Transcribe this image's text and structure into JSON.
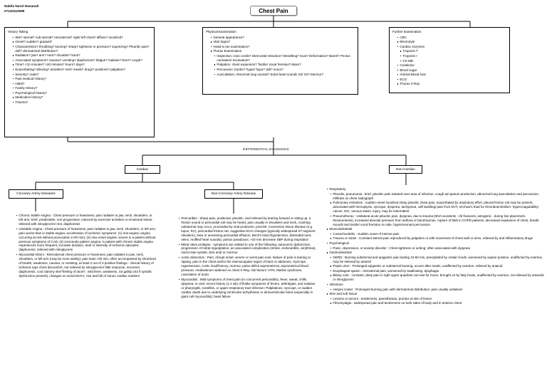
{
  "author": {
    "name": "Nabila Nurul Hasanah",
    "student_id": "07120110095"
  },
  "title": "Chest Pain",
  "differential_label": "DIFFERENTIAL DIAGNOSIS",
  "history": {
    "title": "History Taking",
    "items": [
      "Site? sternal? sub-sternal? retrosternal? right/ left chest? diffuse? localized?",
      "Onset? sudden? gradual?",
      "Characteristics? throbbing? burning? sharp? tightness or pressure? squeezing? Pleuritic pain? dull? dermatomal distribution?",
      "Radiation? jaw? arm? neck? shoulder? back?",
      "Associated symptoms? nausea? vomiting? diaphoresis? fatigue? malaise? fever? cough?",
      "Time? <10 minutes? >20 minutes? hours? days?",
      "Exacerbating/ relieving? activities? rest? meals? drugs? positions? palpation?",
      "Severity? scale?",
      "Past medical History?",
      "Habit?",
      "Family History?",
      "Psychological history?",
      "Medication history?",
      "Trauma?"
    ]
  },
  "physical": {
    "title": "Physical Examination",
    "items": [
      "General appearance?",
      "Vital Signs?",
      "Head to toe examination?",
      "Thorax Examination"
    ],
    "thorax": [
      "Inspection: ictus cordis? intercostal retraction? Breathing? Scar? Deformation? Barrel? Pectus carinatum/ excavatum?",
      "Palpation: chest expansion? Tactiler Vocal fremitus? Mass?",
      "Percussion: border? hyper/ hypo? dull? sonor?",
      "Auscultation: Abnormal lung sounds? Extra heart sounds S3/ S4? Murmur?"
    ]
  },
  "further": {
    "title": "Further Examination",
    "items": [
      "CBC",
      "Electrolyte",
      "Cardiac enzymes",
      "Creatinine",
      "Blood sugar",
      "Arterial Blood Gas",
      "ECG",
      "Thorax X-Ray"
    ],
    "cardiac_enzymes": [
      "Troponin T",
      "Troponin I",
      "CK-MB"
    ]
  },
  "nodes": {
    "cardiac": "Cardiac",
    "non_cardiac": "Non-Cardiac",
    "coronary_artery_disease": "Coronary Artery Diseases",
    "non_coronary_artery_disease": "Non-Coronary Artery Disease"
  },
  "coronary_artery_disease_items": [
    "Chronic Stable Angina : Chest pressure or heaviness; pain radiates to jaw, neck, shoulders, or left arm; brief, predictable, non-progressive, induced by exercise/ activities or emotional stress, relieved with nitroglycerin/ rest, diaphoresis",
    "Unstable Angina : Chest pressure of heaviness; pain radiates to jaw, neck, shoulders, or left arm; pain worse than in stable angina; acceleration of ischemic symptoms: (1) rest angina: angina occurring at rest without provocation (>20 min); (2) new onset angina: severe in a patient without previous symptoms of CAD; (3) crescendo pattern angina: in patient with chronic stable angina experiences more frequent, increase duration, and/ or intensity of ischemic episodes; diaphoresis; relieved with nitroglycerin",
    "Myocardial Infarct : Retrosternal chest pressure or heaviness; pain radiates to jaw, neck, shoulders, or left arm (may be more widely); pain lasts >30 min; often accompanied by shortness of breath, weakness, nausea, or vomiting; at least 2 out of 3 positive findings - clinical history of ischemic type chest discomfort, not relieved by nitroglycerin/ little response, recurrent, diaphoresis, cool clammy skin\"feeling of doom\", mild fever, weakness, S4 gallop (S3 if systolic dysfunction present), changes on serial EKG's, rise and fall of serum cardiac markers"
  ],
  "non_coronary_artery_disease_items": [
    "Pericarditis : Sharp pain, positional, pleuritic, and relieved by leaning forward or sitting up, a friction sound or pericardial rub may be heard, pain usually in shoulders and neck, crushing substernal may occur, proceeded by viral prodrome, post-MI, Connective tissue disease (e.g. lupus, RA), pericardial friction rub, suggestive ECG changes (typically widespread ST segment elevation), New or worsening pericardial effusion, Beck's triad (hypotension, distended neck veins, muffled heart sounds), pulsus paradoxus: >10 mm decrease SBP during inspiration",
    "Mitral valve prolapse : symptoms are related to one of the following: autonomic dysfunction, progression of mitral regurgitation, an associated complication (stroke, endocarditis, arrythmia), mid-to-late systolic click and/ or murmur",
    "Aortic dissection : Pain, Abrupt onset, severe or worst pain ever, Nature of pain is tearing or ripping, pain in the chest and/or the intersacapular region of back or abdomen, Syncope, Hypertension, Aortic insufficiency, murmur, pulse deficit asymmetrical, asymmetrical blood pressure, mediastinum widened on chest X-Ray, risk factors: HTN, Marfan syndrome, coarctation of aorta",
    "Myocarditis : Mild symptoms of chest pain (in concurrent pericarditis), fever, sweat, chills, dyspnea; in viral: recent history (1-2 wk) of flulike symptoms of fevers, arthralgias, and malaise or pharyngitis, tonsillitis, or upper respiratory tract infection; Palpitations, syncope, or sudden cardiac death due to underlying ventricular arrhythmias or atrioventricular block (especially in giant cell myocarditis); heart failure"
  ],
  "non_cardiac_groups": [
    {
      "label": "Respiratory",
      "items": [
        "Pleuritis, pneumonia : brief, pleuritic pain isolated over area of infection, cough ad sputum production, abnormal lung auscultation and percussion, infiltrate on chest radiograph",
        "Pulmonary embolism : sudden-onset localized sharp pleuritic chest pain, exacerbated by inspiratory effort, pleural friction rub may be present, associated with hemoptysis, syncope, dyspnea, tachypnea, calf swelling/ pain from DVT, Virchow's triad for thromboembolism- hypercoagulability- cancer, DIC, venous stasis, injury, may be intermittent",
        "Pneumothorax : Unilateral acute pleuritic pain, dyspnea, due to trauma (MVA accidents - rib fractures, iatrogenic - during line placement, thoracentesis), increased alveolar pressure from asthma or barotraumas, rupture of bleb in COPD patients, decreased expansion of chest, breath sounds and tactile/ vocal fremitus on side, hyperresonant percussion"
      ]
    },
    {
      "label": "Musculoskeletal",
      "items": [
        "Costochondritis : Sudden onset of intense pain",
        "Trauma or strain : Constant sternal pain reproduced by palpation or with movement of chest wall or arms, relieved by anti-inflammatory drugs"
      ]
    },
    {
      "label": "Psychological",
      "items": [
        "Panic, depression, or anxiety disorder : Chest tightness or aching; often associated with dyspnea"
      ]
    },
    {
      "label": "Gastrointestinal",
      "items": [
        "GERD : Burning substernal and epigastric pain lasting 10-60 min, precipitated by certain foods, worsened by supine position, unaffected by exertion, may be relieved by antacid",
        "Peptic ulcer : Prolonged epigastric or substernal burning, occurs after meals, unaffected by exertion, relieved by antacid",
        "Esophageal spasm : retrosternal pain, worsened by swallowing, dysphagia",
        "Biliary colic : constant, deep pain in right upper quadrant can last for hours, brought on by fatty foods, unaffected by exertion, not relieved by antacids or nitroglycerin"
      ]
    },
    {
      "label": "Infectious",
      "items": [
        "Herpes zoster : Prolonged burning pain with dermatomal distribution; pain usually unilateral"
      ]
    },
    {
      "label": "Skin and soft tissue",
      "items": [
        "Lesions or tumors : tenderness, paresthesias, pruritus at site of lesion",
        "Fibromyalgia : widespread pain and tenderness on both sides of body and in anterior chest"
      ]
    }
  ]
}
